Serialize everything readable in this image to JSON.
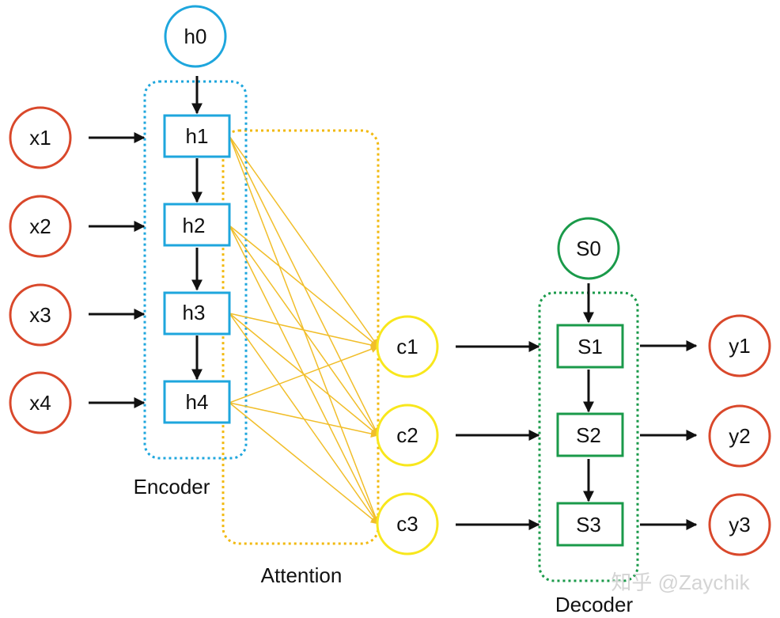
{
  "colors": {
    "encoder": "#1ea6dd",
    "input": "#d9482b",
    "attention": "#f2b90f",
    "context": "#f8e71c",
    "decoder": "#1a9a4a",
    "arrow": "#111111",
    "attention_line": "#f1be2a",
    "watermark": "#d4d4d4"
  },
  "initial_hidden": {
    "label": "h0"
  },
  "inputs": [
    {
      "label": "x1"
    },
    {
      "label": "x2"
    },
    {
      "label": "x3"
    },
    {
      "label": "x4"
    }
  ],
  "encoder": {
    "label": "Encoder",
    "states": [
      {
        "label": "h1"
      },
      {
        "label": "h2"
      },
      {
        "label": "h3"
      },
      {
        "label": "h4"
      }
    ]
  },
  "attention": {
    "label": "Attention"
  },
  "contexts": [
    {
      "label": "c1"
    },
    {
      "label": "c2"
    },
    {
      "label": "c3"
    }
  ],
  "decoder": {
    "label": "Decoder",
    "initial_state": {
      "label": "S0"
    },
    "states": [
      {
        "label": "S1"
      },
      {
        "label": "S2"
      },
      {
        "label": "S3"
      }
    ]
  },
  "outputs": [
    {
      "label": "y1"
    },
    {
      "label": "y2"
    },
    {
      "label": "y3"
    }
  ],
  "watermark": "知乎 @Zaychik"
}
